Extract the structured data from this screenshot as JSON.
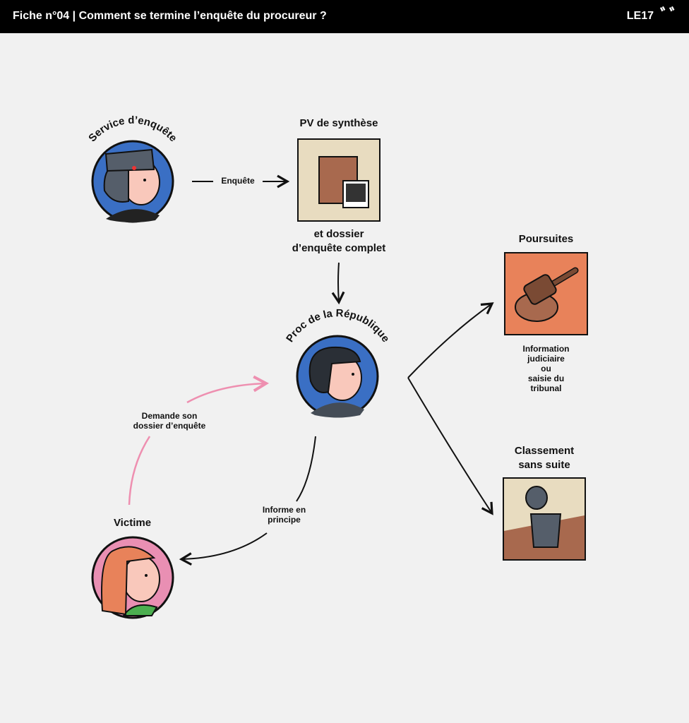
{
  "header": {
    "title": "Fiche n°04 | Comment se termine l’enquête du procureur ?",
    "brand": "LE17",
    "logo_text": "99"
  },
  "nodes": {
    "service": {
      "label": "Service d’enquête"
    },
    "pv": {
      "label": "PV de synthèse",
      "sublabel_1": "et dossier",
      "sublabel_2": "d’enquête complet"
    },
    "proc": {
      "label": "Proc de la République"
    },
    "victime": {
      "label": "Victime"
    },
    "poursuites": {
      "label": "Poursuites",
      "desc": [
        "Information",
        "judiciaire",
        "ou",
        "saisie du",
        "tribunal"
      ]
    },
    "classement": {
      "label_1": "Classement",
      "label_2": "sans suite"
    }
  },
  "edges": {
    "enquete": "Enquête",
    "demande_1": "Demande son",
    "demande_2": "dossier d’enquête",
    "informe_1": "Informe en",
    "informe_2": "principe"
  },
  "colors": {
    "blue": "#3a6fc4",
    "pink": "#e98fb3",
    "orange": "#e8825a",
    "beige": "#e8dcc0",
    "brown": "#a8694e",
    "arrow_pink": "#ee8fb0"
  }
}
